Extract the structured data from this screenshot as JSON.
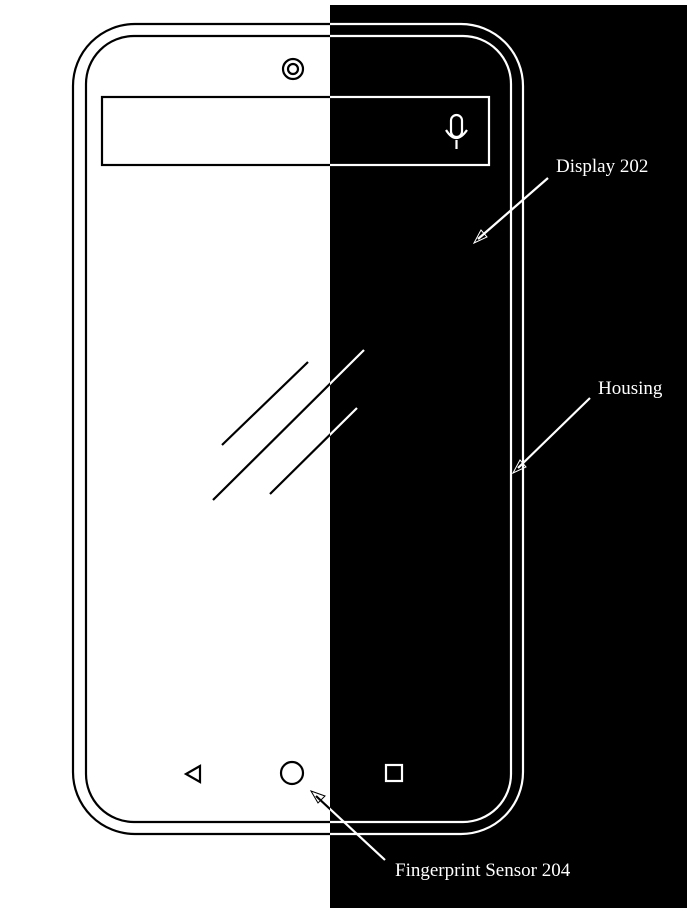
{
  "labels": {
    "display": "Display 202",
    "housing": "Housing",
    "fingerprint": "Fingerprint Sensor 204"
  },
  "colors": {
    "background_left": "#ffffff",
    "background_right": "#000000"
  },
  "icons": [
    "camera-icon",
    "microphone-icon",
    "back-icon",
    "home-icon",
    "recents-icon"
  ]
}
